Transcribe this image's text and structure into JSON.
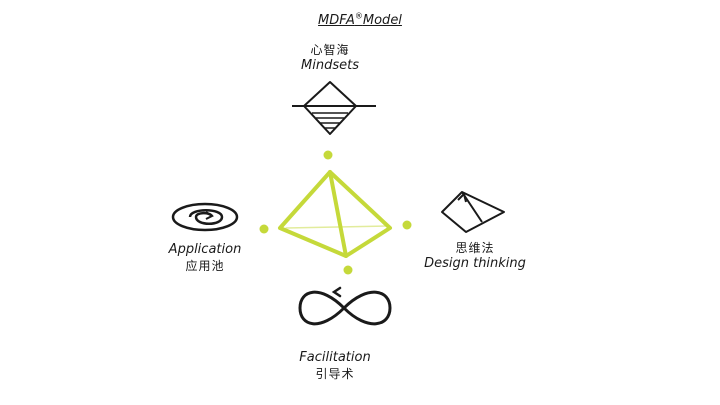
{
  "title": {
    "text_before": "MDFA",
    "mark": "®",
    "text_after": "Model"
  },
  "nodes": {
    "mindsets": {
      "zh": "心智海",
      "en": "Mindsets"
    },
    "application": {
      "en": "Application",
      "zh": "应用池"
    },
    "design_thinking": {
      "zh": "思维法",
      "en": "Design thinking"
    },
    "facilitation": {
      "en": "Facilitation",
      "zh": "引导术"
    }
  },
  "colors": {
    "accent": "#c5d93a",
    "ink": "#1a1a1a"
  },
  "icons": [
    "tetrahedron-icon",
    "mindsets-diamond-icon",
    "application-spiral-icon",
    "design-thinking-diamond-icon",
    "infinity-loop-icon"
  ]
}
